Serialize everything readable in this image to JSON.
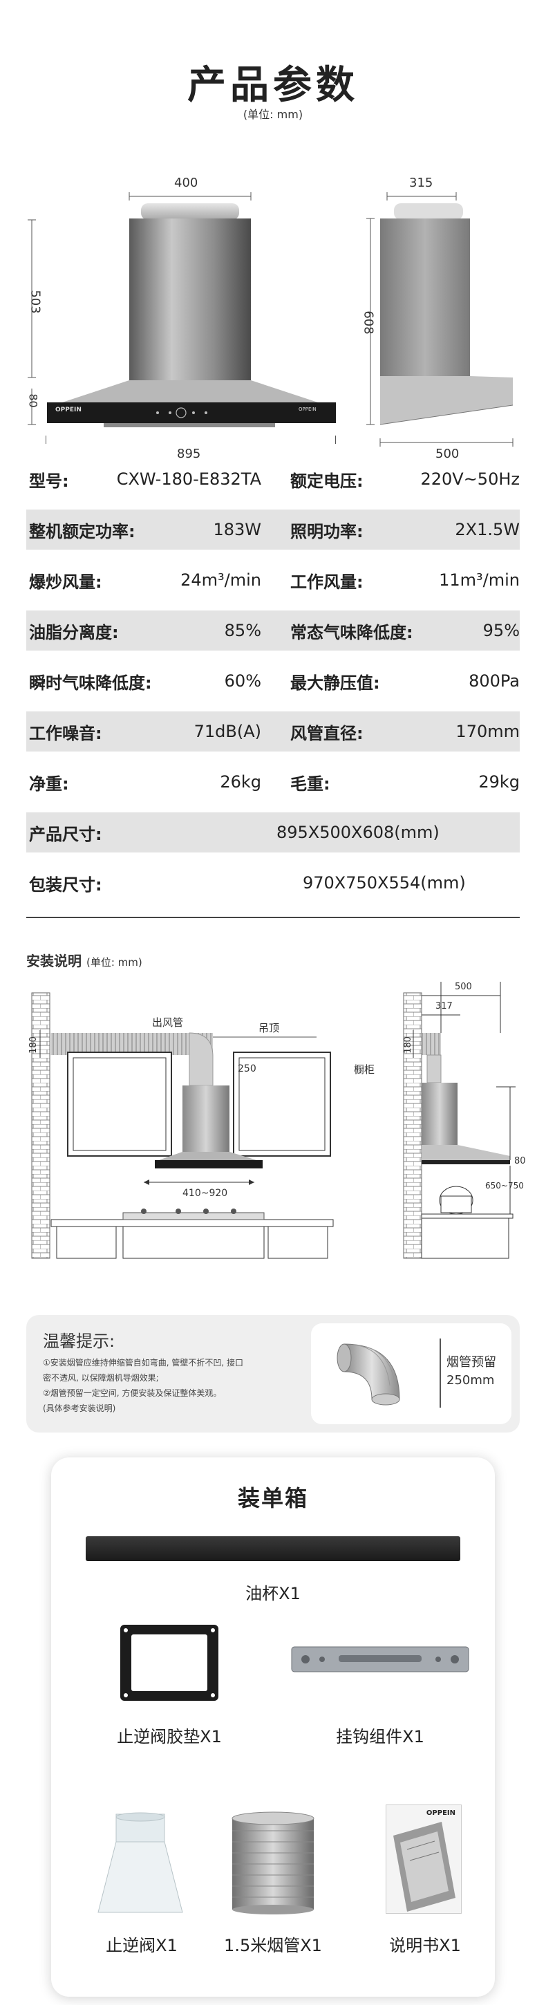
{
  "header": {
    "title": "产品参数",
    "unit": "(单位: mm)"
  },
  "front_view": {
    "dim_top": "400",
    "dim_left_upper": "503",
    "dim_left_lower": "80",
    "dim_bottom": "895",
    "brand": "OPPEIN",
    "panel_label": "OPPEIN"
  },
  "side_view": {
    "dim_top": "315",
    "dim_left": "608",
    "dim_bottom": "500"
  },
  "specs": [
    {
      "shaded": false,
      "cells": [
        {
          "label": "型号:",
          "value": "CXW-180-E832TA"
        },
        {
          "label": "额定电压:",
          "value": "220V~50Hz"
        }
      ]
    },
    {
      "shaded": true,
      "cells": [
        {
          "label": "整机额定功率:",
          "value": "183W"
        },
        {
          "label": "照明功率:",
          "value": "2X1.5W"
        }
      ]
    },
    {
      "shaded": false,
      "cells": [
        {
          "label": "爆炒风量:",
          "value": "24m³/min"
        },
        {
          "label": "工作风量:",
          "value": "11m³/min"
        }
      ]
    },
    {
      "shaded": true,
      "cells": [
        {
          "label": "油脂分离度:",
          "value": "85%"
        },
        {
          "label": "常态气味降低度:",
          "value": "95%"
        }
      ]
    },
    {
      "shaded": false,
      "cells": [
        {
          "label": "瞬时气味降低度:",
          "value": "60%"
        },
        {
          "label": "最大静压值:",
          "value": "800Pa"
        }
      ]
    },
    {
      "shaded": true,
      "cells": [
        {
          "label": "工作噪音:",
          "value": "71dB(A)"
        },
        {
          "label": "风管直径:",
          "value": "170mm"
        }
      ]
    },
    {
      "shaded": false,
      "cells": [
        {
          "label": "净重:",
          "value": "26kg"
        },
        {
          "label": "毛重:",
          "value": "29kg"
        }
      ]
    }
  ],
  "size_rows": [
    {
      "shaded": true,
      "label": "产品尺寸:",
      "value": "895X500X608(mm)"
    },
    {
      "shaded": false,
      "label": "包装尺寸:",
      "value": "970X750X554(mm)"
    }
  ],
  "install": {
    "title": "安装说明",
    "unit": "(单位: mm)",
    "duct_label": "出风管",
    "ceiling_label": "吊顶",
    "cabinet_label": "橱柜",
    "dim_180_left": "180",
    "dim_250": "250",
    "dim_width": "410~920",
    "dim_500": "500",
    "dim_317": "317",
    "dim_180_right": "180",
    "dim_80": "80",
    "dim_650": "650~750"
  },
  "tips": {
    "title": "温馨提示:",
    "lines": [
      "①安装烟管应维持伸缩管自如弯曲, 管壁不折不凹, 接口",
      "密不透风, 以保障烟机导烟效果;",
      "②烟管预留一定空间, 方便安装及保证整体美观。",
      "(具体参考安装说明)"
    ],
    "reserve_line1": "烟管预留",
    "reserve_line2": "250mm"
  },
  "packing": {
    "title": "装单箱",
    "items": [
      {
        "label": "油杯X1",
        "icon": "oil-cup"
      },
      {
        "label": "止逆阀胶垫X1",
        "icon": "valve-gasket"
      },
      {
        "label": "挂钩组件X1",
        "icon": "hook-bracket"
      },
      {
        "label": "止逆阀X1",
        "icon": "check-valve"
      },
      {
        "label": "1.5米烟管X1",
        "icon": "flex-duct"
      },
      {
        "label": "说明书X1",
        "icon": "manual"
      }
    ],
    "manual_brand": "OPPEIN"
  },
  "colors": {
    "text": "#222222",
    "row_shade": "#e3e3e3",
    "panel_black": "#1a1a1a",
    "steel": "#9a9a9a",
    "tips_bg": "#efefef"
  }
}
